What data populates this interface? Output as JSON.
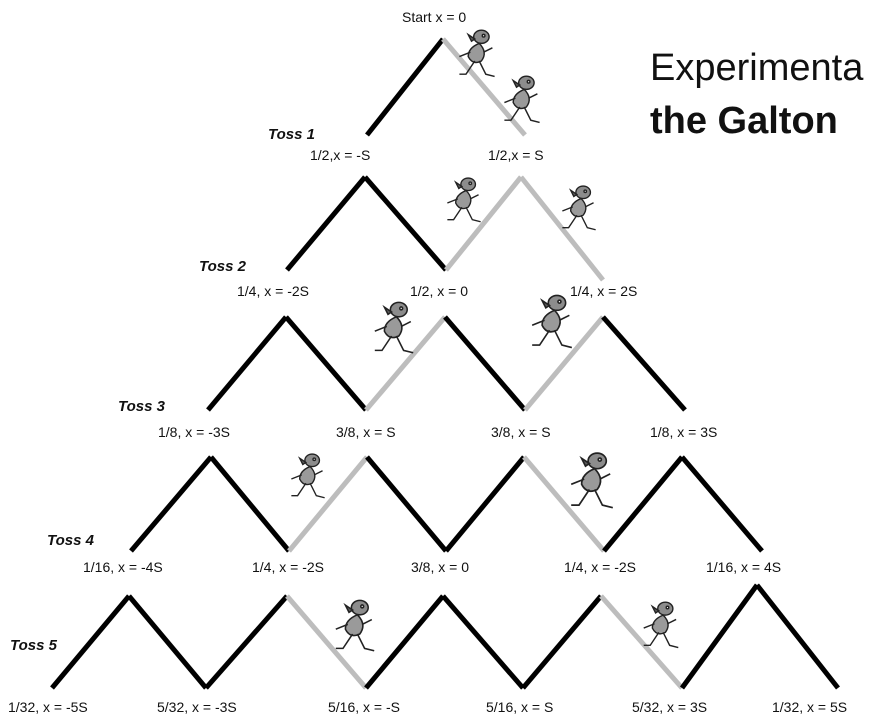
{
  "title": {
    "line1": "Experimenta",
    "line2": "the Galton"
  },
  "start_label": "Start x = 0",
  "tosses": [
    {
      "label": "Toss 1",
      "outcomes": [
        "1/2,x = -S",
        "1/2,x = S"
      ]
    },
    {
      "label": "Toss 2",
      "outcomes": [
        "1/4, x = -2S",
        "1/2, x = 0",
        "1/4, x = 2S"
      ]
    },
    {
      "label": "Toss 3",
      "outcomes": [
        "1/8, x = -3S",
        "3/8, x = S",
        "3/8, x = S",
        "1/8, x = 3S"
      ]
    },
    {
      "label": "Toss 4",
      "outcomes": [
        "1/16, x = -4S",
        "1/4, x = -2S",
        "3/8, x = 0",
        "1/4, x = -2S",
        "1/16, x = 4S"
      ]
    },
    {
      "label": "Toss 5",
      "outcomes": [
        "1/32, x = -5S",
        "5/32, x = -3S",
        "5/16, x = -S",
        "5/16, x = S",
        "5/32, x = 3S",
        "1/32, x = 5S"
      ]
    }
  ],
  "figure_icon": "walking-person-icon",
  "colors": {
    "path_segment": "#000000",
    "walked_segment": "#bdbdbd"
  }
}
